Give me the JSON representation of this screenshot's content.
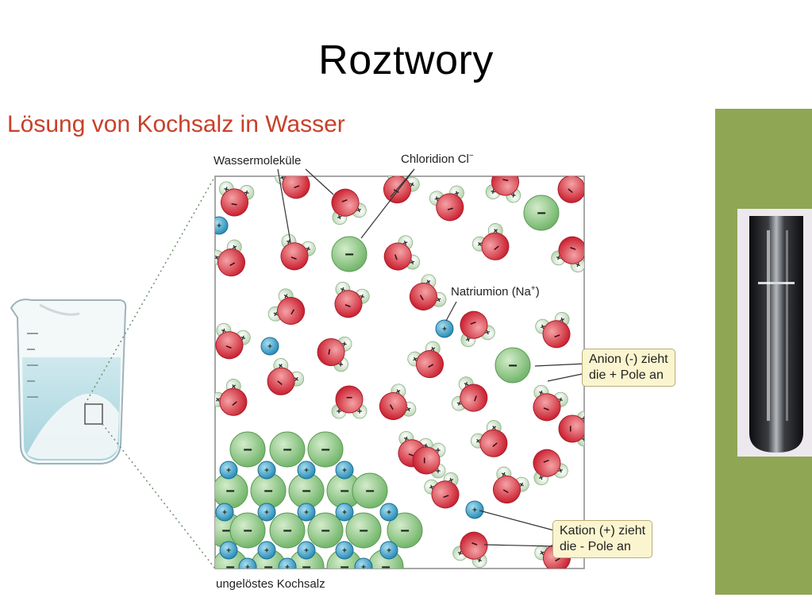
{
  "slide": {
    "title": "Roztwory"
  },
  "diagram": {
    "title": "Lösung von Kochsalz in Wasser",
    "labels": {
      "water": "Wassermoleküle",
      "chloride_text": "Chloridion Cl",
      "chloride_sup": "−",
      "sodium_text": "Natriumion (Na",
      "sodium_sup": "+",
      "sodium_end": ")",
      "undissolved": "ungelöstes Kochsalz"
    },
    "callouts": {
      "anion": "Anion (-) zieht\ndie + Pole an",
      "cation": "Kation (+) zieht\ndie - Pole an"
    },
    "symbols": {
      "minus": "−",
      "plus": "+"
    },
    "colors": {
      "chloride": "#86c47e",
      "sodium": "#3a9cc2",
      "oxygen": "#d9353f",
      "hydrogen": "#d9ecd2",
      "title": "#c8402a",
      "photo_bg": "#8fa655"
    }
  }
}
